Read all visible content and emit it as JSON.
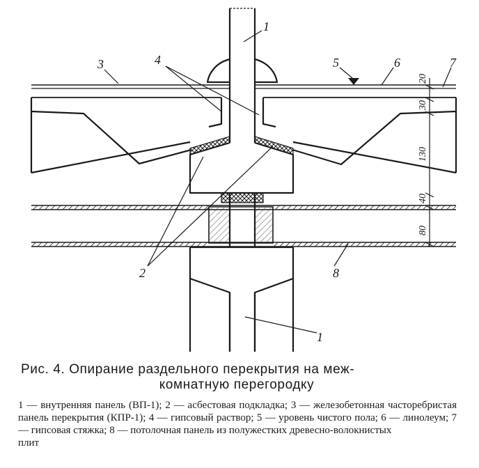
{
  "figure": {
    "caption_line1": "Рис. 4. Опирание раздельного перекрытия на меж-",
    "caption_line2": "комнатную перегородку",
    "legend_text": "1 — внутренняя панель (ВП-1); 2 — асбестовая подкладка; 3 — железобетонная часторебристая панель перекрытия (КПР-1); 4 — гипсовый раствор; 5 — уровень чистого пола; 6 — линолеум; 7 — гипсовая стяжка; 8 — потолочная панель из полужестких древесно-волокнистых",
    "legend_last": "плит"
  },
  "callouts": {
    "c1_top": "1",
    "c1_bottom": "1",
    "c2": "2",
    "c3": "3",
    "c4": "4",
    "c5": "5",
    "c6": "6",
    "c7": "7",
    "c8": "8"
  },
  "dimensions": {
    "d20": "20",
    "d30": "30",
    "d130": "130",
    "d40": "40",
    "d80": "80"
  },
  "colors": {
    "ink": "#1a1a1a",
    "paper": "#ffffff"
  }
}
